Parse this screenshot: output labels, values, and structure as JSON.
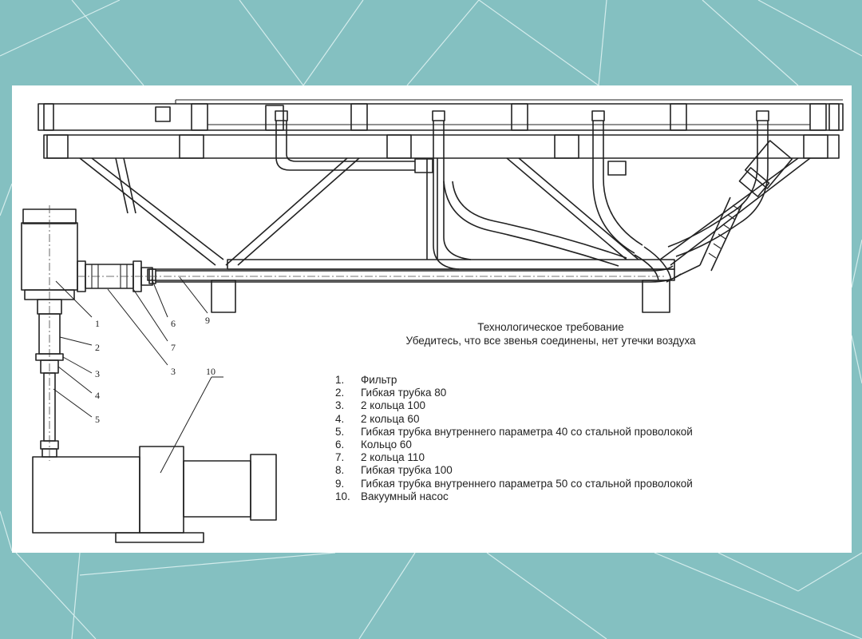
{
  "colors": {
    "background": "#84c0c1",
    "background_lines": "#d4ecec",
    "card": "#ffffff",
    "ink": "#222222"
  },
  "requirement": {
    "title": "Технологическое требование",
    "text": "Убедитесь, что все звенья соединены, нет утечки воздуха"
  },
  "callouts": [
    "1",
    "2",
    "3",
    "4",
    "5",
    "6",
    "7",
    "3",
    "9",
    "10"
  ],
  "legend": [
    {
      "num": "1.",
      "label": "Фильтр"
    },
    {
      "num": "2.",
      "label": "Гибкая трубка 80"
    },
    {
      "num": "3.",
      "label": "2 кольца 100"
    },
    {
      "num": "4.",
      "label": "2 кольца 60"
    },
    {
      "num": "5.",
      "label": "Гибкая трубка внутреннего параметра 40 со стальной проволокой"
    },
    {
      "num": "6.",
      "label": "Кольцо 60"
    },
    {
      "num": "7.",
      "label": "2 кольца 110"
    },
    {
      "num": "8.",
      "label": "Гибкая трубка 100"
    },
    {
      "num": "9.",
      "label": "Гибкая трубка внутреннего параметра 50 со стальной проволокой"
    },
    {
      "num": "10.",
      "label": "Вакуумный насос"
    }
  ]
}
